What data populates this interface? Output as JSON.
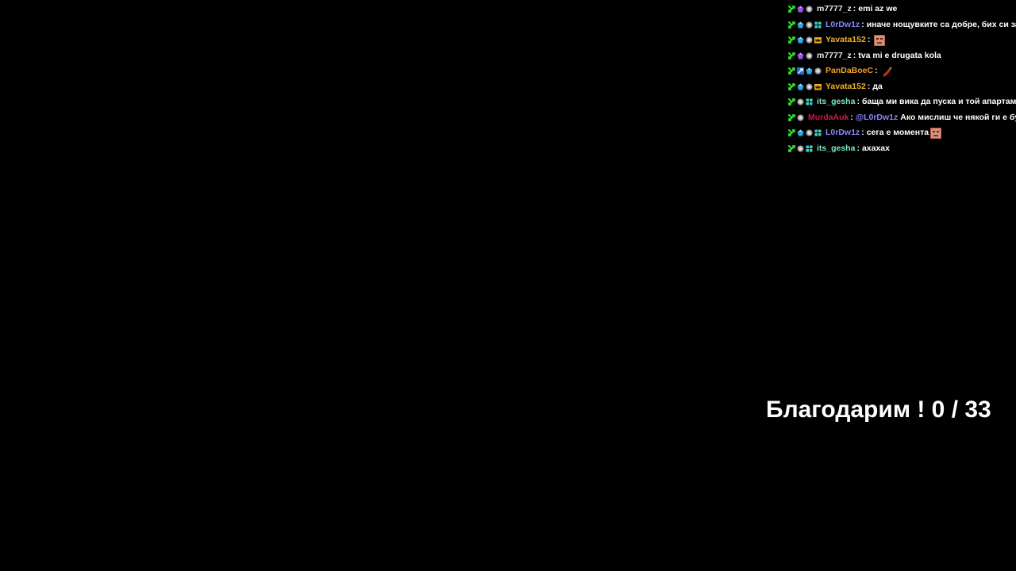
{
  "chat": {
    "messages": [
      {
        "username": "m7777_z",
        "user_color": "#e8e8e8",
        "badges": [
          "moderator-sword-icon",
          "purple-gem-icon",
          "verified-circle-icon"
        ],
        "mention": "",
        "text": "emi az we",
        "emote": ""
      },
      {
        "username": "L0rDw1z",
        "user_color": "#8a86ff",
        "badges": [
          "moderator-sword-icon",
          "blue-gem-icon",
          "verified-circle-icon",
          "grid-badge-icon"
        ],
        "mention": "",
        "text": "иначе нощувките са добре, бих си запазил",
        "emote": ""
      },
      {
        "username": "Yavata152",
        "user_color": "#f0b030",
        "badges": [
          "moderator-sword-icon",
          "blue-gem-icon",
          "verified-circle-icon",
          "crown-badge-icon"
        ],
        "mention": "",
        "text": "",
        "emote": "face-emote-icon"
      },
      {
        "username": "m7777_z",
        "user_color": "#e8e8e8",
        "badges": [
          "moderator-sword-icon",
          "purple-gem-icon",
          "verified-circle-icon"
        ],
        "mention": "",
        "text": "tva mi e drugata kola",
        "emote": ""
      },
      {
        "username": "PanDaBoeC",
        "user_color": "#f0a030",
        "badges": [
          "moderator-sword-icon",
          "star-badge-icon",
          "blue-gem-icon",
          "verified-circle-icon"
        ],
        "mention": "",
        "text": "",
        "emote": "pepper-emote-icon"
      },
      {
        "username": "Yavata152",
        "user_color": "#f0b030",
        "badges": [
          "moderator-sword-icon",
          "blue-gem-icon",
          "verified-circle-icon",
          "crown-badge-icon"
        ],
        "mention": "",
        "text": "да",
        "emote": ""
      },
      {
        "username": "its_gesha",
        "user_color": "#7ee8c0",
        "badges": [
          "moderator-sword-icon",
          "verified-circle-icon",
          "grid-badge-icon"
        ],
        "mention": "",
        "text": "бащa ми вика да пуска и той апартамента",
        "emote": ""
      },
      {
        "username": "MurdaAuk",
        "user_color": "#d01840",
        "badges": [
          "moderator-sword-icon",
          "verified-circle-icon"
        ],
        "mention": "@L0rDw1z",
        "text": "Ако мислиш че някой ги е букнал",
        "emote": ""
      },
      {
        "username": "L0rDw1z",
        "user_color": "#8a86ff",
        "badges": [
          "moderator-sword-icon",
          "blue-gem-icon",
          "verified-circle-icon",
          "grid-badge-icon"
        ],
        "mention": "",
        "text": "сега е момента",
        "emote": "face-emote-icon"
      },
      {
        "username": "its_gesha",
        "user_color": "#7ee8c0",
        "badges": [
          "moderator-sword-icon",
          "verified-circle-icon",
          "grid-badge-icon"
        ],
        "mention": "",
        "text": "ахахах",
        "emote": ""
      }
    ]
  },
  "goal": {
    "text": "Благодарим ! 0 / 33"
  },
  "colors": {
    "background": "#000000",
    "text": "#ffffff",
    "moderator_green": "#2ee82e",
    "mention": "#8a86ff"
  }
}
